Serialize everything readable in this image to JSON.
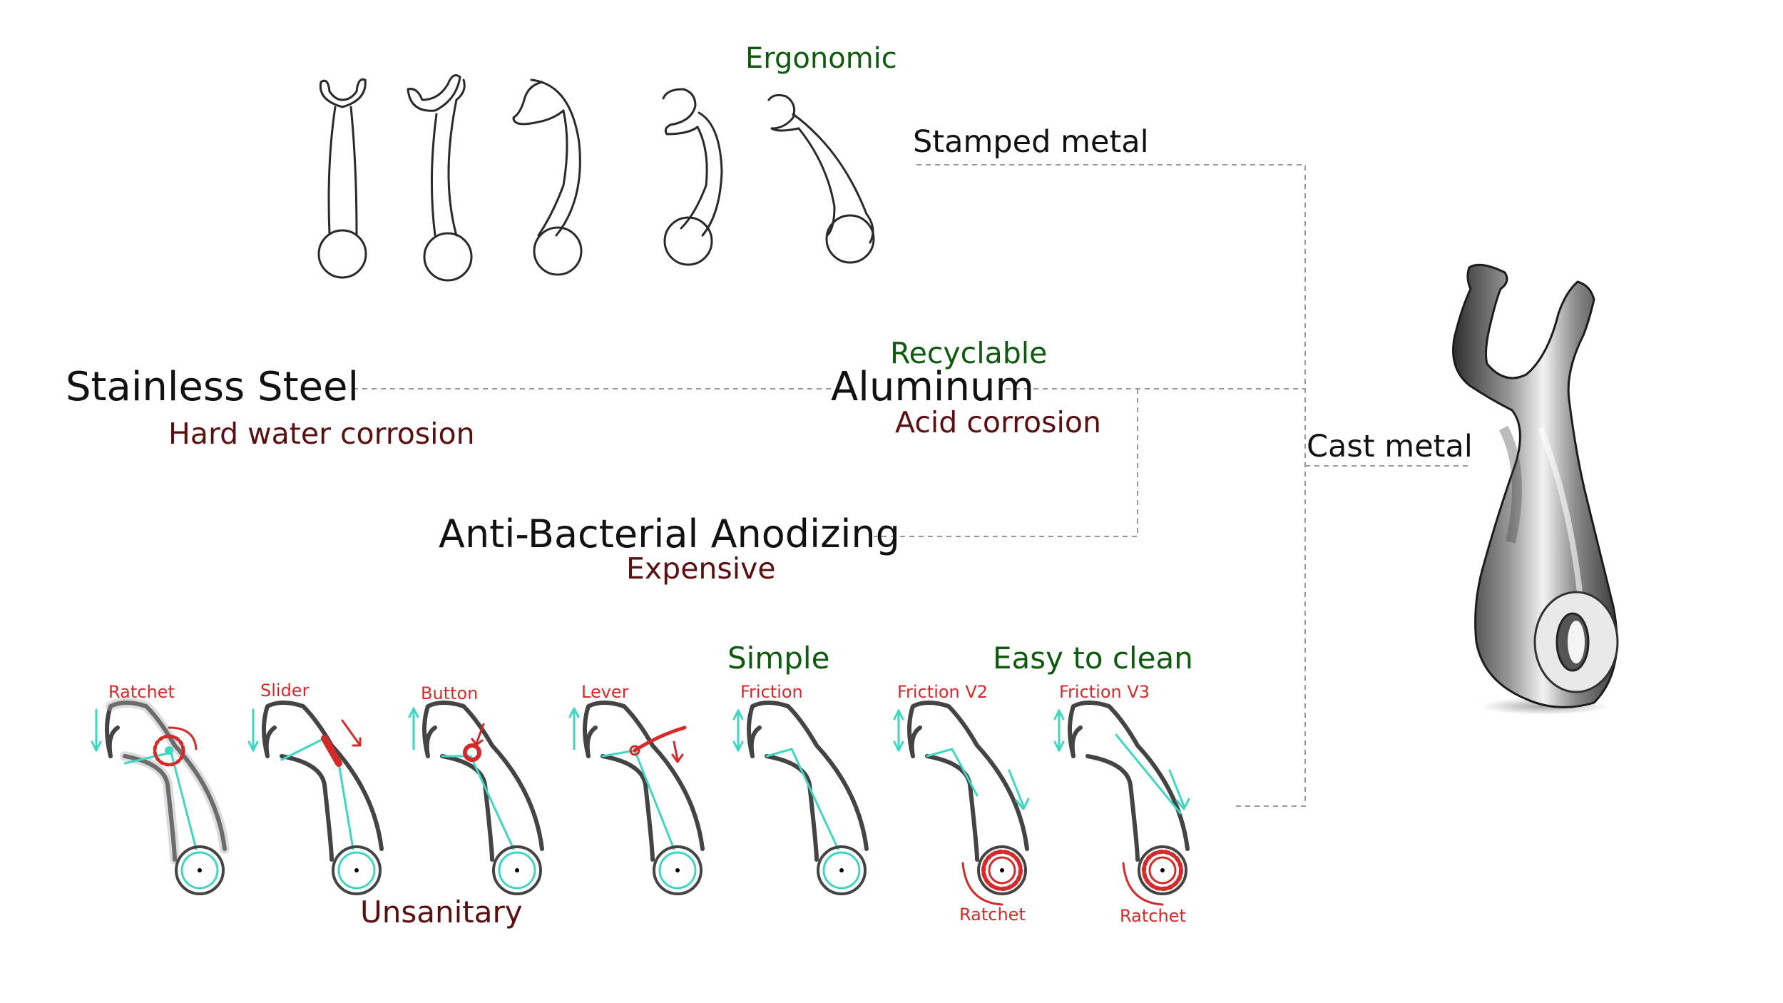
{
  "colors": {
    "ink": "#111111",
    "pro": "#0f5a0f",
    "con": "#5a1010",
    "mechanism_annotation": "#d42a2a",
    "mechanism_path": "#3fd6c2",
    "connector": "#999999"
  },
  "stamped_metal": {
    "label": "Stamped metal",
    "pro": "Ergonomic"
  },
  "materials": {
    "stainless_steel": {
      "label": "Stainless Steel",
      "con": "Hard water corrosion"
    },
    "aluminum": {
      "label": "Aluminum",
      "pro": "Recyclable",
      "con": "Acid corrosion"
    },
    "anodizing": {
      "label": "Anti-Bacterial Anodizing",
      "con": "Expensive"
    }
  },
  "cast_metal": {
    "label": "Cast metal"
  },
  "mechanisms": {
    "items": [
      {
        "label": "Ratchet"
      },
      {
        "label": "Slider"
      },
      {
        "label": "Button"
      },
      {
        "label": "Lever"
      },
      {
        "label": "Friction"
      },
      {
        "label": "Friction V2"
      },
      {
        "label": "Friction V3"
      }
    ],
    "pro_simple": "Simple",
    "pro_easy_to_clean": "Easy to clean",
    "con_unsanitary": "Unsanitary",
    "ratchet_v2": "Ratchet",
    "ratchet_v3": "Ratchet"
  }
}
